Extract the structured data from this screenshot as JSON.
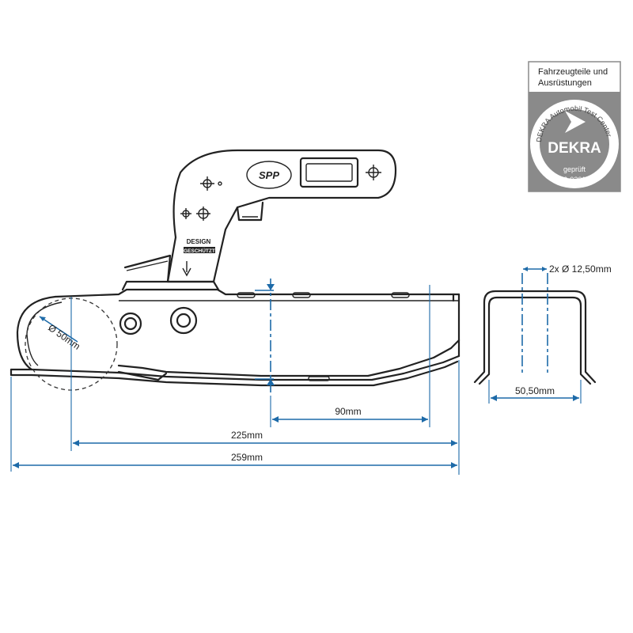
{
  "colors": {
    "dimension": "#1d6aa8",
    "outline": "#222222",
    "certificate_panel": "#8a8a8a",
    "background": "#ffffff"
  },
  "dimensions": {
    "ball_diameter": "Ø 50mm",
    "bolt_spacing": "90mm",
    "ball_to_end": "225mm",
    "overall_length": "259mm",
    "hole_diameter": "2x Ø 12,50mm",
    "inner_width": "50,50mm"
  },
  "product_markings": {
    "logo": "SPP",
    "plate_line1": "DESIGN",
    "plate_line2": "GESCHÜTZT"
  },
  "certificate": {
    "line1": "Fahrzeugteile und",
    "line2": "Ausrüstungen",
    "arc_text": "DEKRA Automobil Test Center",
    "brand": "DEKRA",
    "approved": "geprüft",
    "number": "350-020117"
  }
}
